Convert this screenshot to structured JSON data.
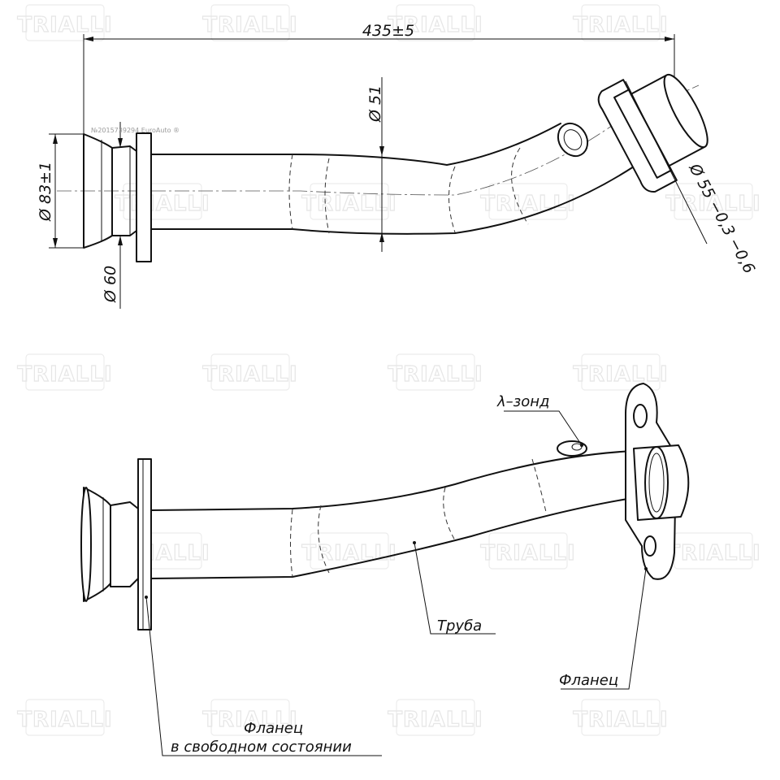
{
  "watermark": {
    "brand": "TRIALLI",
    "stamp_note": "№2015739294 EuroAuto ®"
  },
  "dimensions": {
    "length": "435±5",
    "pipe_diameter": "Ø 51",
    "flange_outer_diameter": "Ø 83±1",
    "inlet_diameter": "Ø 60",
    "outlet_diameter": "Ø 55 −0,3 −0,6"
  },
  "callouts": {
    "lambda_probe": "λ–зонд",
    "pipe": "Труба",
    "flange": "Фланец",
    "free_flange_line1": "Фланец",
    "free_flange_line2": "в свободном состоянии"
  },
  "colors": {
    "line": "#111111",
    "watermark": "#e6e6e6",
    "background": "#ffffff"
  }
}
